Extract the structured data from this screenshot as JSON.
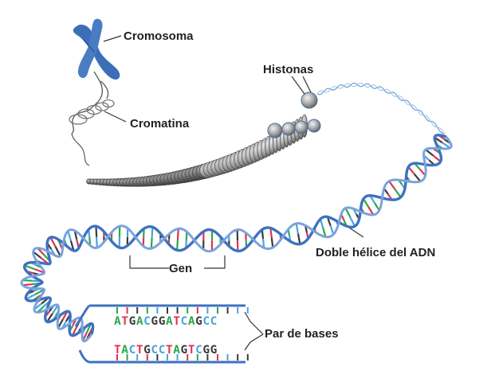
{
  "labels": {
    "chromosome": "Cromosoma",
    "chromatin": "Cromatina",
    "histones": "Histonas",
    "double_helix": "Doble hélice del ADN",
    "gene": "Gen",
    "base_pairs": "Par de bases"
  },
  "sequences": {
    "top": "ATGACGGATCAGCC",
    "bottom": "TACTGCCTAGTCGG"
  },
  "colors": {
    "A": "#2aa84a",
    "T": "#e0314f",
    "G": "#3a3a3a",
    "C": "#4aa3df",
    "backbone": "#3e72c0",
    "chromosome": "#3d6fb8",
    "nucleosome": "#9a9a9a"
  }
}
